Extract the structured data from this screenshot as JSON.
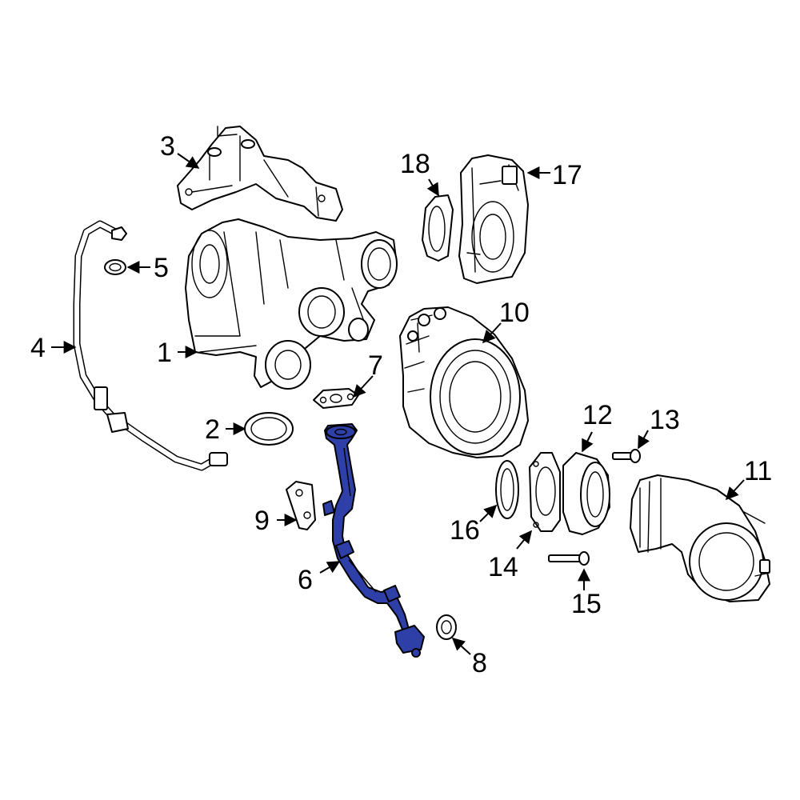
{
  "diagram": {
    "highlight_color": "#2e3fa8",
    "callouts": [
      {
        "id": "1",
        "text": "1"
      },
      {
        "id": "2",
        "text": "2"
      },
      {
        "id": "3",
        "text": "3"
      },
      {
        "id": "4",
        "text": "4"
      },
      {
        "id": "5",
        "text": "5"
      },
      {
        "id": "6",
        "text": "6"
      },
      {
        "id": "7",
        "text": "7"
      },
      {
        "id": "8",
        "text": "8"
      },
      {
        "id": "9",
        "text": "9"
      },
      {
        "id": "10",
        "text": "10"
      },
      {
        "id": "11",
        "text": "11"
      },
      {
        "id": "12",
        "text": "12"
      },
      {
        "id": "13",
        "text": "13"
      },
      {
        "id": "14",
        "text": "14"
      },
      {
        "id": "15",
        "text": "15"
      },
      {
        "id": "16",
        "text": "16"
      },
      {
        "id": "17",
        "text": "17"
      },
      {
        "id": "18",
        "text": "18"
      }
    ]
  }
}
